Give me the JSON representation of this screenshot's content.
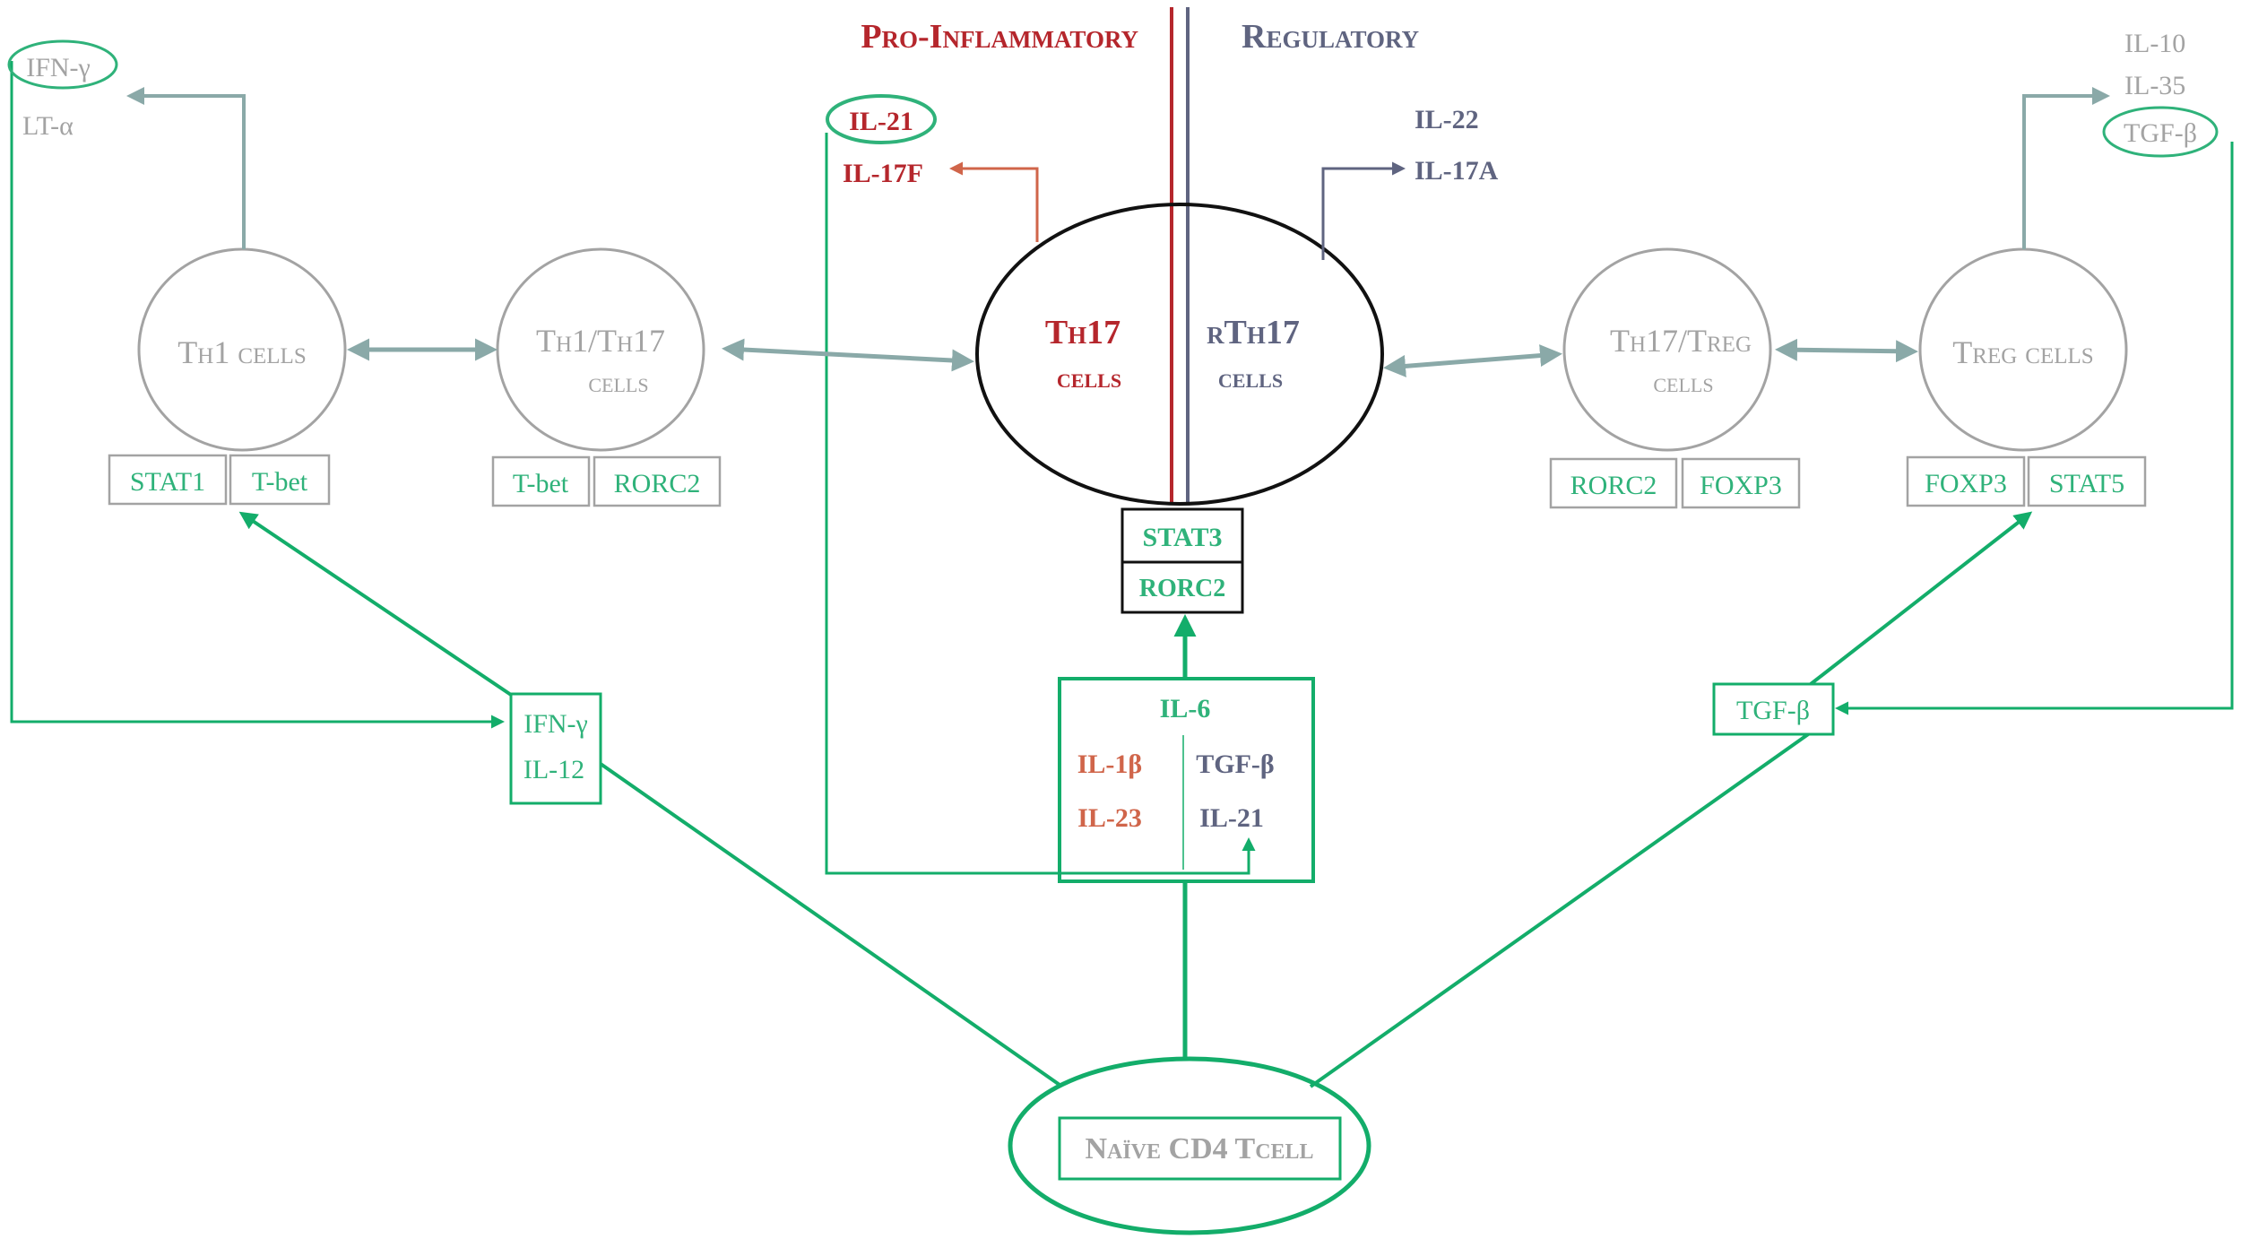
{
  "header": {
    "pro_inflammatory": "Pro-Inflammatory",
    "regulatory": "Regulatory"
  },
  "cells": {
    "th1": {
      "line1": "Th1 cells"
    },
    "th1_th17": {
      "line1": "Th1/Th17",
      "line2": "cells"
    },
    "th17": {
      "left_line1": "Th17",
      "left_line2": "cells",
      "right_line1": "rTh17",
      "right_line2": "cells"
    },
    "th17_treg": {
      "line1": "Th17/Treg",
      "line2": "cells"
    },
    "treg": {
      "line1": "Treg cells"
    },
    "naive": {
      "label": "Naïve CD4 Tcell"
    }
  },
  "transcription_factors": {
    "th1": [
      "STAT1",
      "T-bet"
    ],
    "th1_th17": [
      "T-bet",
      "RORC2"
    ],
    "th17": [
      "STAT3",
      "RORC2"
    ],
    "th17_treg": [
      "RORC2",
      "FOXP3"
    ],
    "treg": [
      "FOXP3",
      "STAT5"
    ]
  },
  "cytokines_out": {
    "th1": [
      "IFN-γ",
      "LT-α"
    ],
    "th17_pro": [
      "IL-21",
      "IL-17F"
    ],
    "th17_reg": [
      "IL-22",
      "IL-17A"
    ],
    "treg": [
      "IL-10",
      "IL-35",
      "TGF-β"
    ]
  },
  "inducers": {
    "th1": [
      "IFN-γ",
      "IL-12"
    ],
    "th17": {
      "top": "IL-6",
      "left": [
        "IL-1β",
        "IL-23"
      ],
      "right": [
        "TGF-β",
        "IL-21"
      ]
    },
    "treg": [
      "TGF-β"
    ]
  },
  "colors": {
    "green": "#2fb27a",
    "arrow_green": "#13ad6a",
    "grey": "#a3a3a3",
    "grey_blue_arrow": "#8aa9a8",
    "red": "#b5262c",
    "orange": "#d0654a",
    "slate": "#5f6480",
    "black": "#111111"
  }
}
